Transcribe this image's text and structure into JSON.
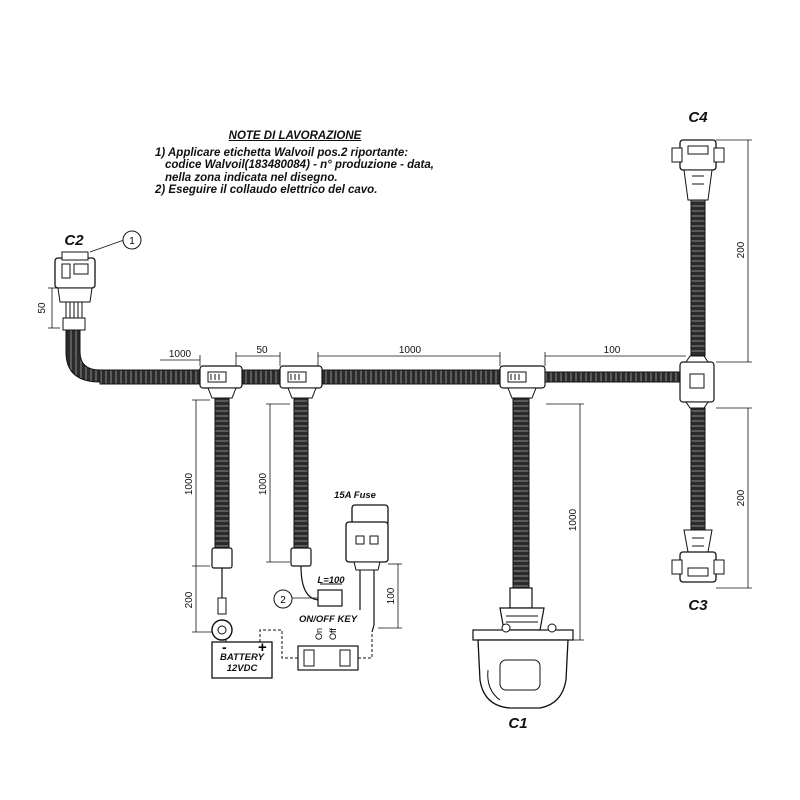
{
  "notes": {
    "title": "NOTE DI LAVORAZIONE",
    "lines": [
      "1) Applicare etichetta Walvoil pos.2 riportante:",
      "codice Walvoil(183480084) - n° produzione - data,",
      "nella zona indicata nel disegno.",
      "2) Eseguire il collaudo elettrico del cavo."
    ]
  },
  "connectors": {
    "c1": "C1",
    "c2": "C2",
    "c3": "C3",
    "c4": "C4"
  },
  "callouts": {
    "one": "1",
    "two": "2"
  },
  "dimensions": {
    "c2_drop": "50",
    "seg_a": "1000",
    "seg_b": "50",
    "seg_c": "1000",
    "seg_d": "100",
    "c4_branch": "200",
    "c3_branch": "200",
    "battery_branch": "1000",
    "ground_lead": "200",
    "key_branch": "1000",
    "c1_branch": "1000",
    "fuse_lead": "100"
  },
  "components": {
    "fuse_label": "15A Fuse",
    "label_length": "L=100",
    "key_label": "ON/OFF KEY",
    "battery_line1": "BATTERY",
    "battery_line2": "12VDC",
    "battery_plus": "+",
    "battery_minus": "-",
    "switch_on": "On",
    "switch_off": "Off"
  },
  "colors": {
    "line": "#111111",
    "sleeve": "#2a2a2a",
    "background": "#ffffff"
  }
}
